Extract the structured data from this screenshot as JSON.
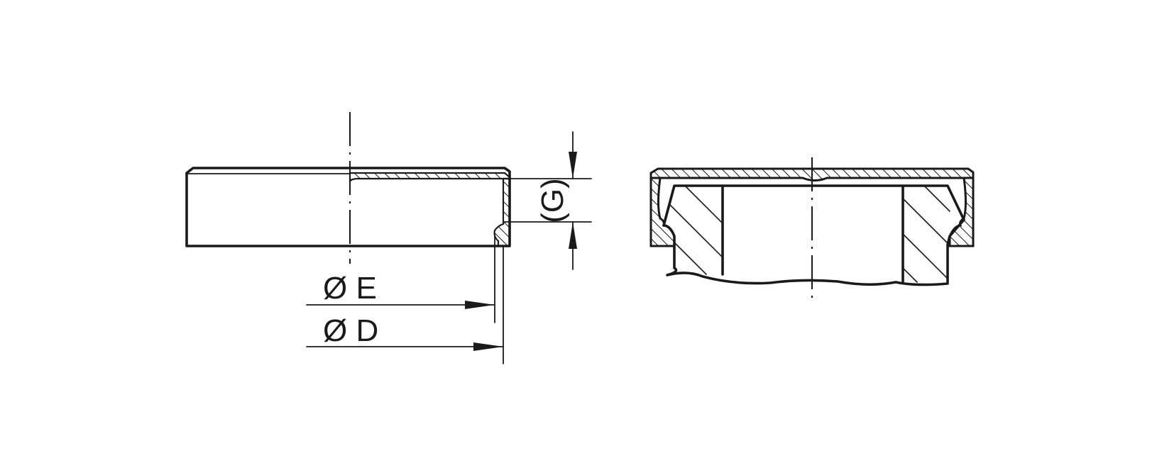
{
  "labels": {
    "outer_diameter": "Ø D",
    "inner_diameter": "Ø E",
    "height": "(G)"
  },
  "colors": {
    "line": "#1a1a1a",
    "background": "#ffffff"
  }
}
